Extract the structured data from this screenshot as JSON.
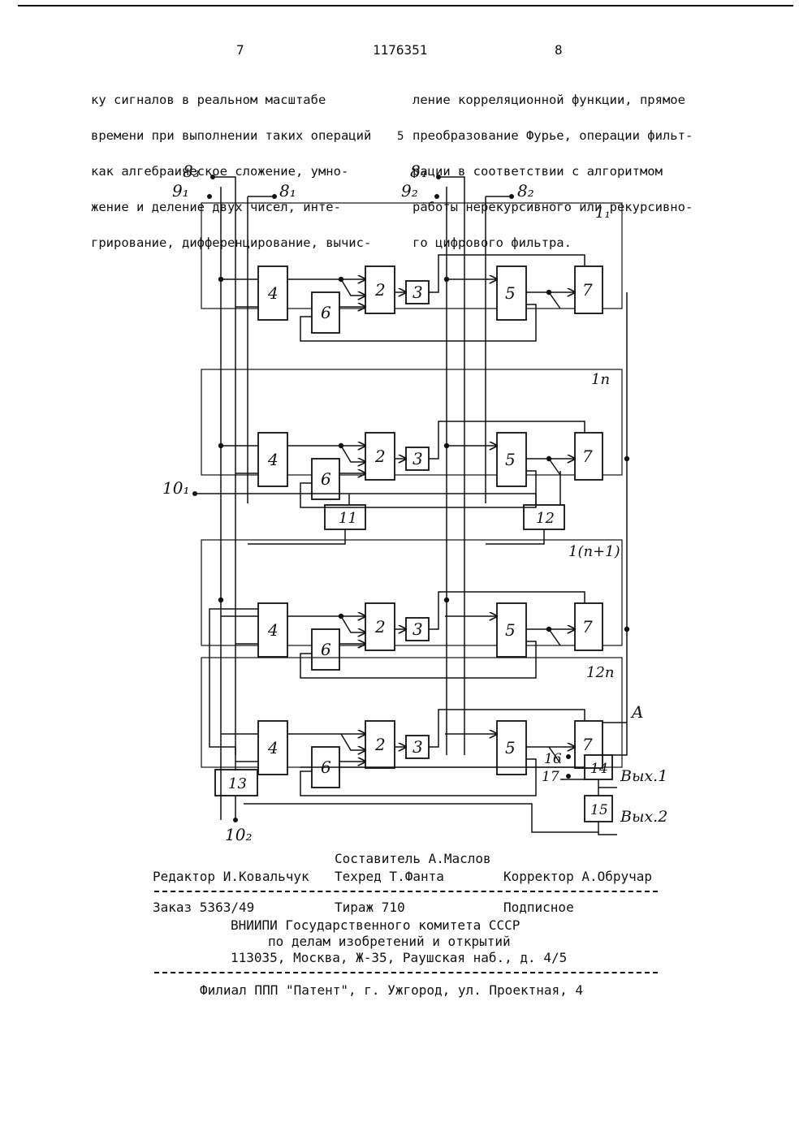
{
  "header": {
    "page_left": "7",
    "patent_number": "1176351",
    "page_right": "8"
  },
  "text": {
    "left_column": [
      "ку сигналов в реальном масштабе",
      "времени при выполнении таких операций",
      "как алгебраическое сложение, умно-",
      "жение и деление двух чисел, инте-",
      "грирование, дифференцирование, вычис-"
    ],
    "right_column": [
      "ление корреляционной функции, прямое",
      "преобразование Фурье, операции фильт-",
      "рации в соответствии с алгоритмом",
      "работы нерекурсивного или рекурсивно-",
      "го цифрового фильтра."
    ],
    "line_number": "5"
  },
  "diagram": {
    "inputs": {
      "b3": "8₃",
      "g1": "9₁",
      "b1": "8₁",
      "b4": "8₄",
      "g2": "9₂",
      "b2": "8₂",
      "i10_1": "10₁",
      "i10_2": "10₂",
      "i16": "16",
      "i17": "17"
    },
    "stage_labels": [
      "1₁",
      "1п",
      "1(п+1)",
      "12п"
    ],
    "block_labels": {
      "b4": "4",
      "b6": "6",
      "b2": "2",
      "b3": "3",
      "b5": "5",
      "b7": "7"
    },
    "blocks": {
      "b11": "11",
      "b12": "12",
      "b13": "13",
      "b14": "14",
      "b15": "15"
    },
    "point_a": "A",
    "outputs": {
      "out1": "Вых.1",
      "out2": "Вых.2"
    }
  },
  "imprint": {
    "compiler": "Составитель А.Маслов",
    "editor": "Редактор И.Ковальчук",
    "techred": "Техред Т.Фанта",
    "corrector": "Корректор А.Обручар",
    "order": "Заказ 5363/49",
    "circulation": "Тираж 710",
    "subscription": "Подписное",
    "org1": "ВНИИПИ Государственного комитета СССР",
    "org2": "по делам изобретений и открытий",
    "address": "113035, Москва, Ж-35, Раушская наб., д. 4/5",
    "branch": "Филиал ППП \"Патент\", г. Ужгород, ул. Проектная, 4"
  }
}
